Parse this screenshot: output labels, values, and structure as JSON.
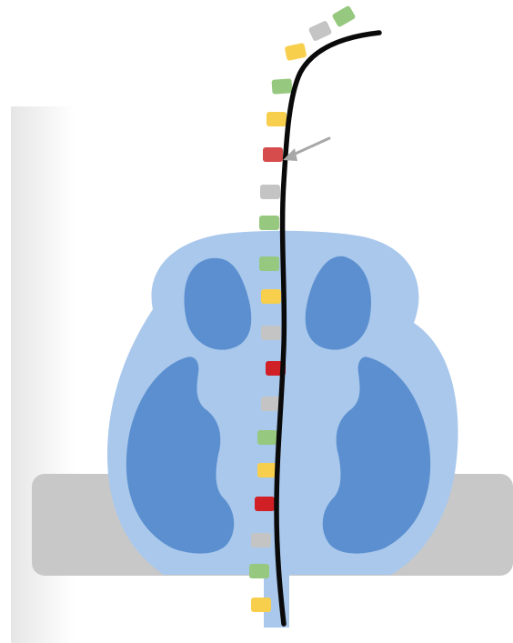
{
  "diagram": {
    "colors": {
      "background": "#ffffff",
      "left_shade": "#ececec",
      "membrane": "#c8c8c8",
      "protein_light": "#a9c8ec",
      "protein_dark": "#5b8fcf",
      "strand": "#0a0a0a",
      "arrow": "#a8a8a8"
    },
    "residue_palette": {
      "green": "#97c87f",
      "yellow": "#f7cf4c",
      "gray": "#c4c4c4",
      "red": "#d11f26",
      "light-red": "#d64b4b"
    },
    "residues": [
      "green",
      "gray",
      "yellow",
      "green",
      "yellow",
      "light-red",
      "gray",
      "green",
      "green",
      "yellow",
      "gray",
      "red",
      "gray",
      "green",
      "yellow",
      "red",
      "gray",
      "green",
      "yellow"
    ],
    "pointer_target": "light-red"
  }
}
